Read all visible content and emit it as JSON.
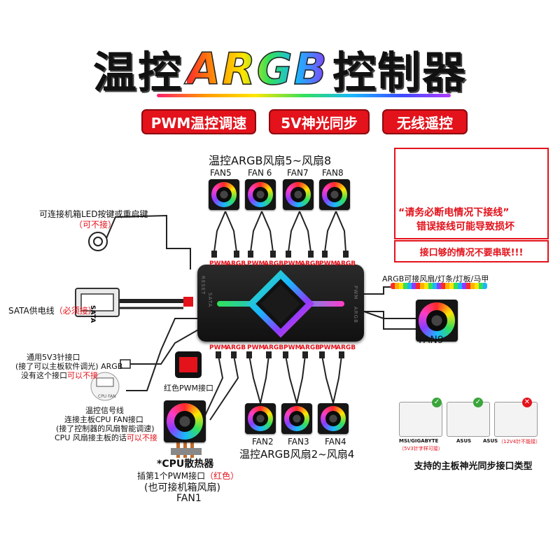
{
  "title": {
    "part1": "温控",
    "part2": "ARGB",
    "part3": "控制器"
  },
  "badges": [
    "PWM温控调速",
    "5V神光同步",
    "无线遥控"
  ],
  "top_group_title": "温控ARGB风扇5~风扇8",
  "top_fans": [
    "FAN5",
    "FAN 6",
    "FAN7",
    "FAN8"
  ],
  "bottom_fans": [
    "FAN2",
    "FAN3",
    "FAN4"
  ],
  "bottom_group_title": "温控ARGB风扇2~风扇4",
  "port_labels": {
    "pwm": "PWM",
    "argb": "ARGB"
  },
  "hub_side_labels": [
    "PWM",
    "ARGB"
  ],
  "left_notes": {
    "button_line1": "可连接机箱LED按键或重启键",
    "button_line2": "（可不接）",
    "sata_label": "SATA供电线",
    "sata_required": "（必须接）",
    "argb_header_line1": "通用5V3针接口",
    "argb_header_line2": "(接了可以主板软件调光) ARGB",
    "argb_header_line3": "没有这个接口",
    "argb_header_line3_red": "可以不接",
    "red_pwm_port": "红色PWM接口",
    "sig_line1": "温控信号线",
    "sig_line2": "连接主板CPU FAN接口",
    "sig_line3": "(接了控制器的风扇智能调速)",
    "sig_line4": "CPU 风扇接主板的话",
    "sig_line4_red": "可以不接",
    "cpu_fan_header_label": "CPU FAN"
  },
  "cpu_cooler": {
    "title": "*CPU散热器",
    "line1": "插第1个PWM接口",
    "line1_red": "（红色）",
    "line2": "(也可接机箱风扇)",
    "line3": "FAN1"
  },
  "right_side": {
    "strip_label": "ARGB可接风扇/灯条/灯板/马甲",
    "fan9_label": "FAN9"
  },
  "warning": {
    "line1": "“请务必断电情况下接线”",
    "line2": "错误接线可能导致损坏",
    "line3": "接口够的情况不要串联!!!"
  },
  "motherboard": {
    "title": "支持的主板神光同步接口类型",
    "items": [
      {
        "name": "MSI/GIGABYTE",
        "note": "（5V3针字样可接）",
        "ok": true
      },
      {
        "name": "ASUS",
        "note": "",
        "ok": true
      },
      {
        "name": "ASUS",
        "note": "（12V4针不能接）",
        "ok": false
      }
    ]
  },
  "colors": {
    "accent_red": "#e3121b",
    "ok_green": "#3aa53a",
    "hub_body": "#1b1b1b"
  }
}
